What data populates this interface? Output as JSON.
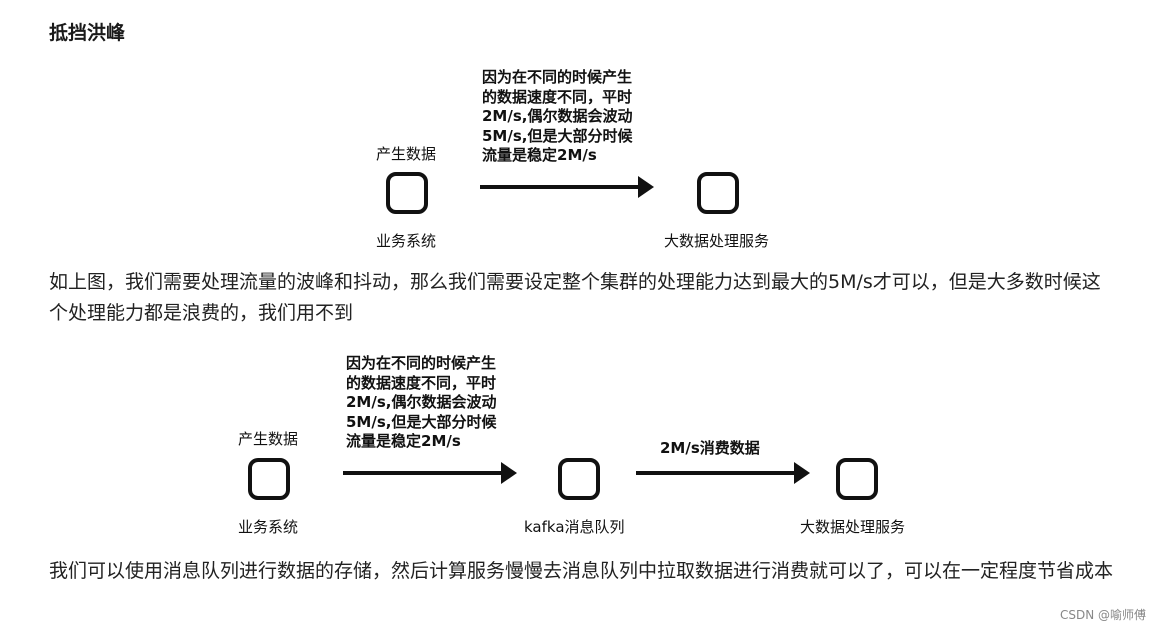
{
  "heading": "抵挡洪峰",
  "diagram1": {
    "source_top_label": "产生数据",
    "source_bottom_label": "业务系统",
    "arrow_note": [
      "因为在不同的时候产生",
      "的数据速度不同，平时",
      "2M/s,偶尔数据会波动",
      "5M/s,但是大部分时候",
      "流量是稳定2M/s"
    ],
    "target_label": "大数据处理服务"
  },
  "paragraph1": "如上图，我们需要处理流量的波峰和抖动，那么我们需要设定整个集群的处理能力达到最大的5M/s才可以，但是大多数时候这个处理能力都是浪费的，我们用不到",
  "diagram2": {
    "source_top_label": "产生数据",
    "source_bottom_label": "业务系统",
    "arrow_note": [
      "因为在不同的时候产生",
      "的数据速度不同，平时",
      "2M/s,偶尔数据会波动",
      "5M/s,但是大部分时候",
      "流量是稳定2M/s"
    ],
    "queue_label": "kafka消息队列",
    "consume_label": "2M/s消费数据",
    "target_label": "大数据处理服务"
  },
  "paragraph2": "我们可以使用消息队列进行数据的存储，然后计算服务慢慢去消息队列中拉取数据进行消费就可以了，可以在一定程度节省成本",
  "watermark": "CSDN @喻师傅"
}
